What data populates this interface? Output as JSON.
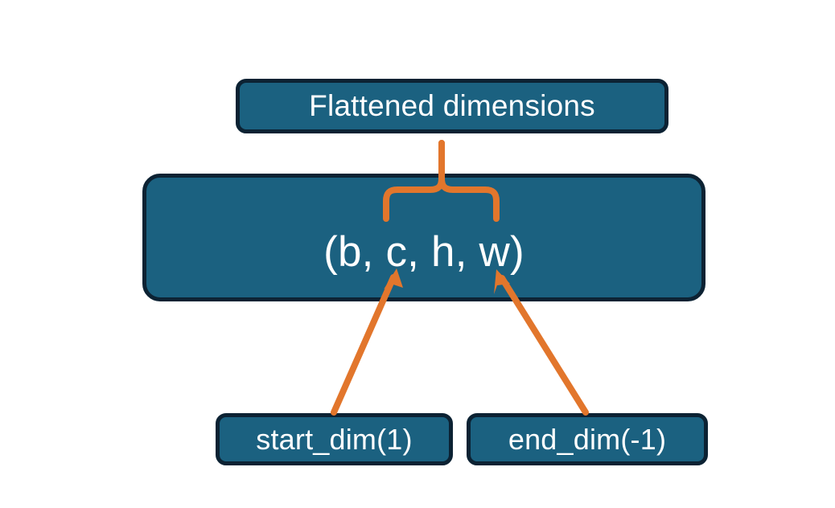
{
  "diagram": {
    "title_node": {
      "label": "Flattened dimensions"
    },
    "shape_node": {
      "label": "(b, c, h, w)"
    },
    "start_node": {
      "label": "start_dim(1)"
    },
    "end_node": {
      "label": "end_dim(-1)"
    },
    "connectors": {
      "brace_name": "curly-brace-connector",
      "start_arrow_name": "start-dim-arrow",
      "end_arrow_name": "end-dim-arrow"
    },
    "colors": {
      "node_fill": "#1b6180",
      "node_border": "#0c2233",
      "node_text": "#ffffff",
      "accent_orange": "#e2762c",
      "background": "#ffffff"
    }
  }
}
